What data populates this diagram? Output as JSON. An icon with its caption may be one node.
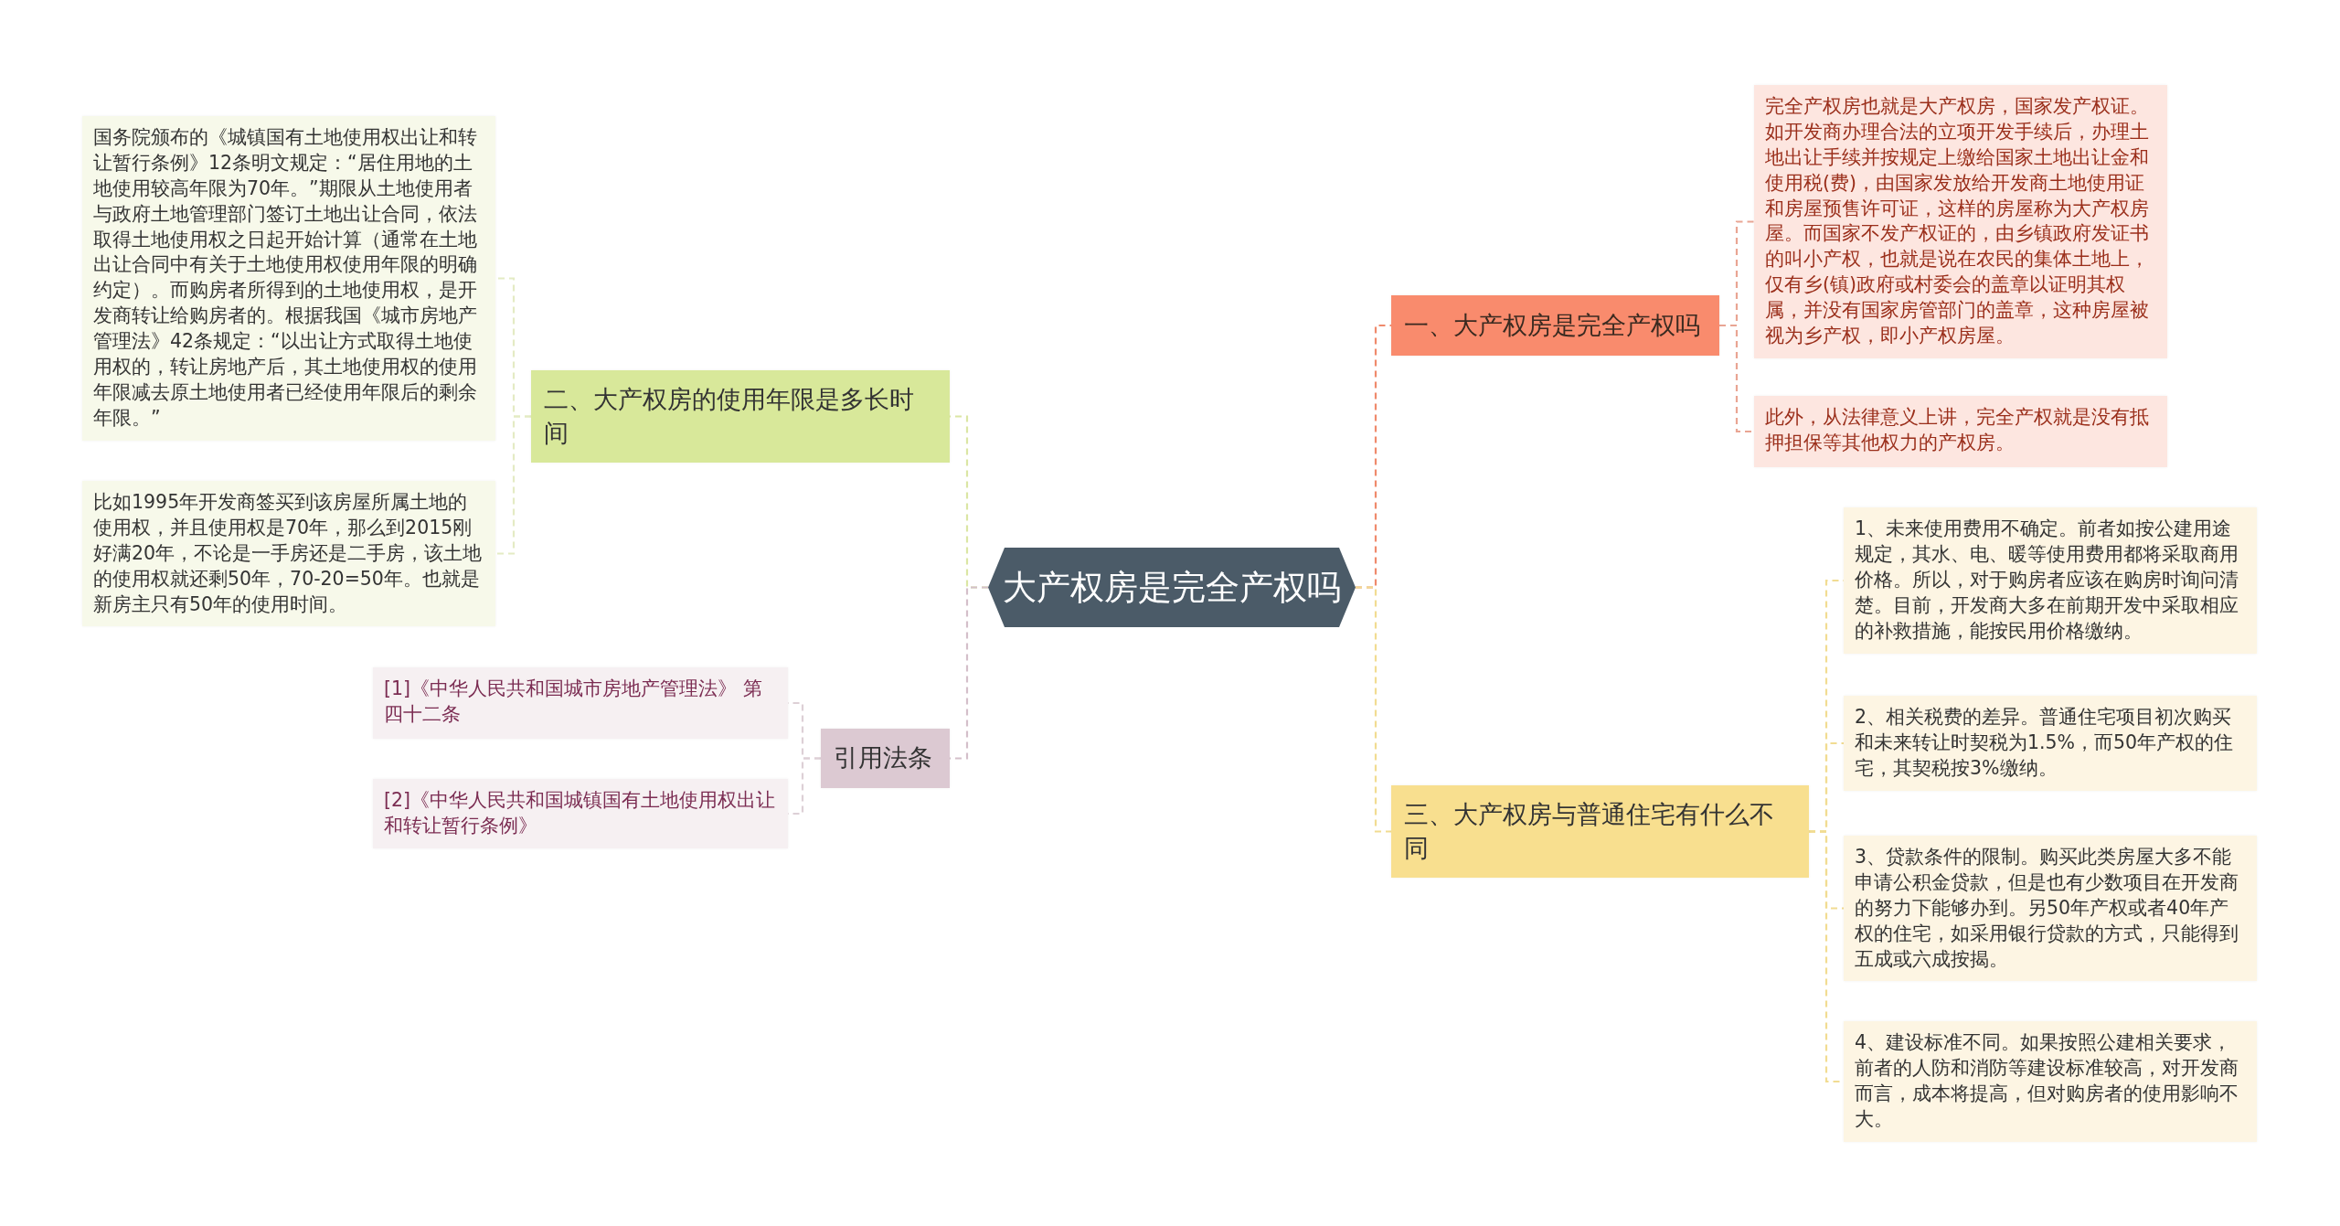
{
  "diagram": {
    "nodes": [
      {
        "text": [
          "大产权房是完全产权吗"
        ]
      },
      {
        "text": [
          "一、大产权房是完全产权吗"
        ]
      },
      {
        "text": [
          "完全产权房也就是大产权房，国家发产权证。如开发商办理合法的立项开发手续后，办理土地出让手续并按规定上缴给国家土地出让金和使用税(费)，由国家发放给开发商土地使用证和房屋预售许可证，这样的房屋称为大产权房屋。而国家不发产权证的，由乡镇政府发证书的叫小产权，也就是说在农民的集体土地上，仅有乡(镇)政府或村委会的盖章以证明其权属，并没有国家房管部门的盖章，这种房屋被视为乡产权，即小产权房屋。"
        ]
      },
      {
        "text": [
          "此外，从法律意义上讲，完全产权就是没有抵押担保等其他权力的产权房。"
        ]
      },
      {
        "text": [
          "三、大产权房与普通住宅有什么不同"
        ]
      },
      {
        "text": [
          "1、未来使用费用不确定。前者如按公建用途规定，其水、电、暖等使用费用都将采取商用价格。所以，对于购房者应该在购房时询问清楚。目前，开发商大多在前期开发中采取相应的补救措施，能按民用价格缴纳。"
        ]
      },
      {
        "text": [
          "2、相关税费的差异。普通住宅项目初次购买和未来转让时契税为1.5%，而50年产权的住宅，其契税按3%缴纳。"
        ]
      },
      {
        "text": [
          "3、贷款条件的限制。购买此类房屋大多不能申请公积金贷款，但是也有少数项目在开发商的努力下能够办到。另50年产权或者40年产权的住宅，如采用银行贷款的方式，只能得到五成或六成按揭。"
        ]
      },
      {
        "text": [
          "4、建设标准不同。如果按照公建相关要求，前者的人防和消防等建设标准较高，对开发商而言，成本将提高，但对购房者的使用影响不大。"
        ]
      },
      {
        "text": [
          "二、大产权房的使用年限是多长时间"
        ]
      },
      {
        "text": [
          "国务院颁布的《城镇国有土地使用权出让和转让暂行条例》12条明文规定：“居住用地的土地使用较高年限为70年。”期限从土地使用者与政府土地管理部门签订土地出让合同，依法取得土地使用权之日起开始计算（通常在土地出让合同中有关于土地使用权使用年限的明确约定）。而购房者所得到的土地使用权，是开发商转让给购房者的。根据我国《城市房地产管理法》42条规定：“以出让方式取得土地使用权的，转让房地产后，其土地使用权的使用年限减去原土地使用者已经使用年限后的剩余年限。”"
        ]
      },
      {
        "text": [
          "比如1995年开发商签买到该房屋所属土地的使用权，并且使用权是70年，那么到2015刚好满20年，不论是一手房还是二手房，该土地的使用权就还剩50年，70-20=50年。也就是新房主只有50年的使用时间。"
        ]
      },
      {
        "text": [
          "引用法条"
        ]
      },
      {
        "text": [
          "[1]《中华人民共和国城市房地产管理法》 第四十二条"
        ]
      },
      {
        "text": [
          "[2]《中华人民共和国城镇国有土地使用权出让和转让暂行条例》"
        ]
      }
    ],
    "edges": [
      {
        "from": 0,
        "to": 1,
        "arrow": "none",
        "color": "#ef8a6c"
      },
      {
        "from": 1,
        "to": 2,
        "arrow": "none",
        "color": "#e9a593"
      },
      {
        "from": 1,
        "to": 3,
        "arrow": "none",
        "color": "#e9a593"
      },
      {
        "from": 0,
        "to": 4,
        "arrow": "none"
      },
      {
        "from": 4,
        "to": 5,
        "arrow": "none"
      },
      {
        "from": 4,
        "to": 6,
        "arrow": "none"
      },
      {
        "from": 4,
        "to": 7,
        "arrow": "none"
      },
      {
        "from": 4,
        "to": 8,
        "arrow": "none"
      },
      {
        "from": 0,
        "to": 9,
        "arrow": "none",
        "color": "#dbe6a4"
      },
      {
        "from": 9,
        "to": 10,
        "arrow": "none",
        "color": "#e4ebc4"
      },
      {
        "from": 9,
        "to": 11,
        "arrow": "none",
        "color": "#e4ebc4"
      },
      {
        "from": 0,
        "to": 12,
        "arrow": "none",
        "color": "#d4bfca"
      },
      {
        "from": 12,
        "to": 13,
        "arrow": "none",
        "color": "#ddd0d6"
      },
      {
        "from": 12,
        "to": 14,
        "arrow": "none",
        "color": "#ddd0d6"
      }
    ]
  }
}
